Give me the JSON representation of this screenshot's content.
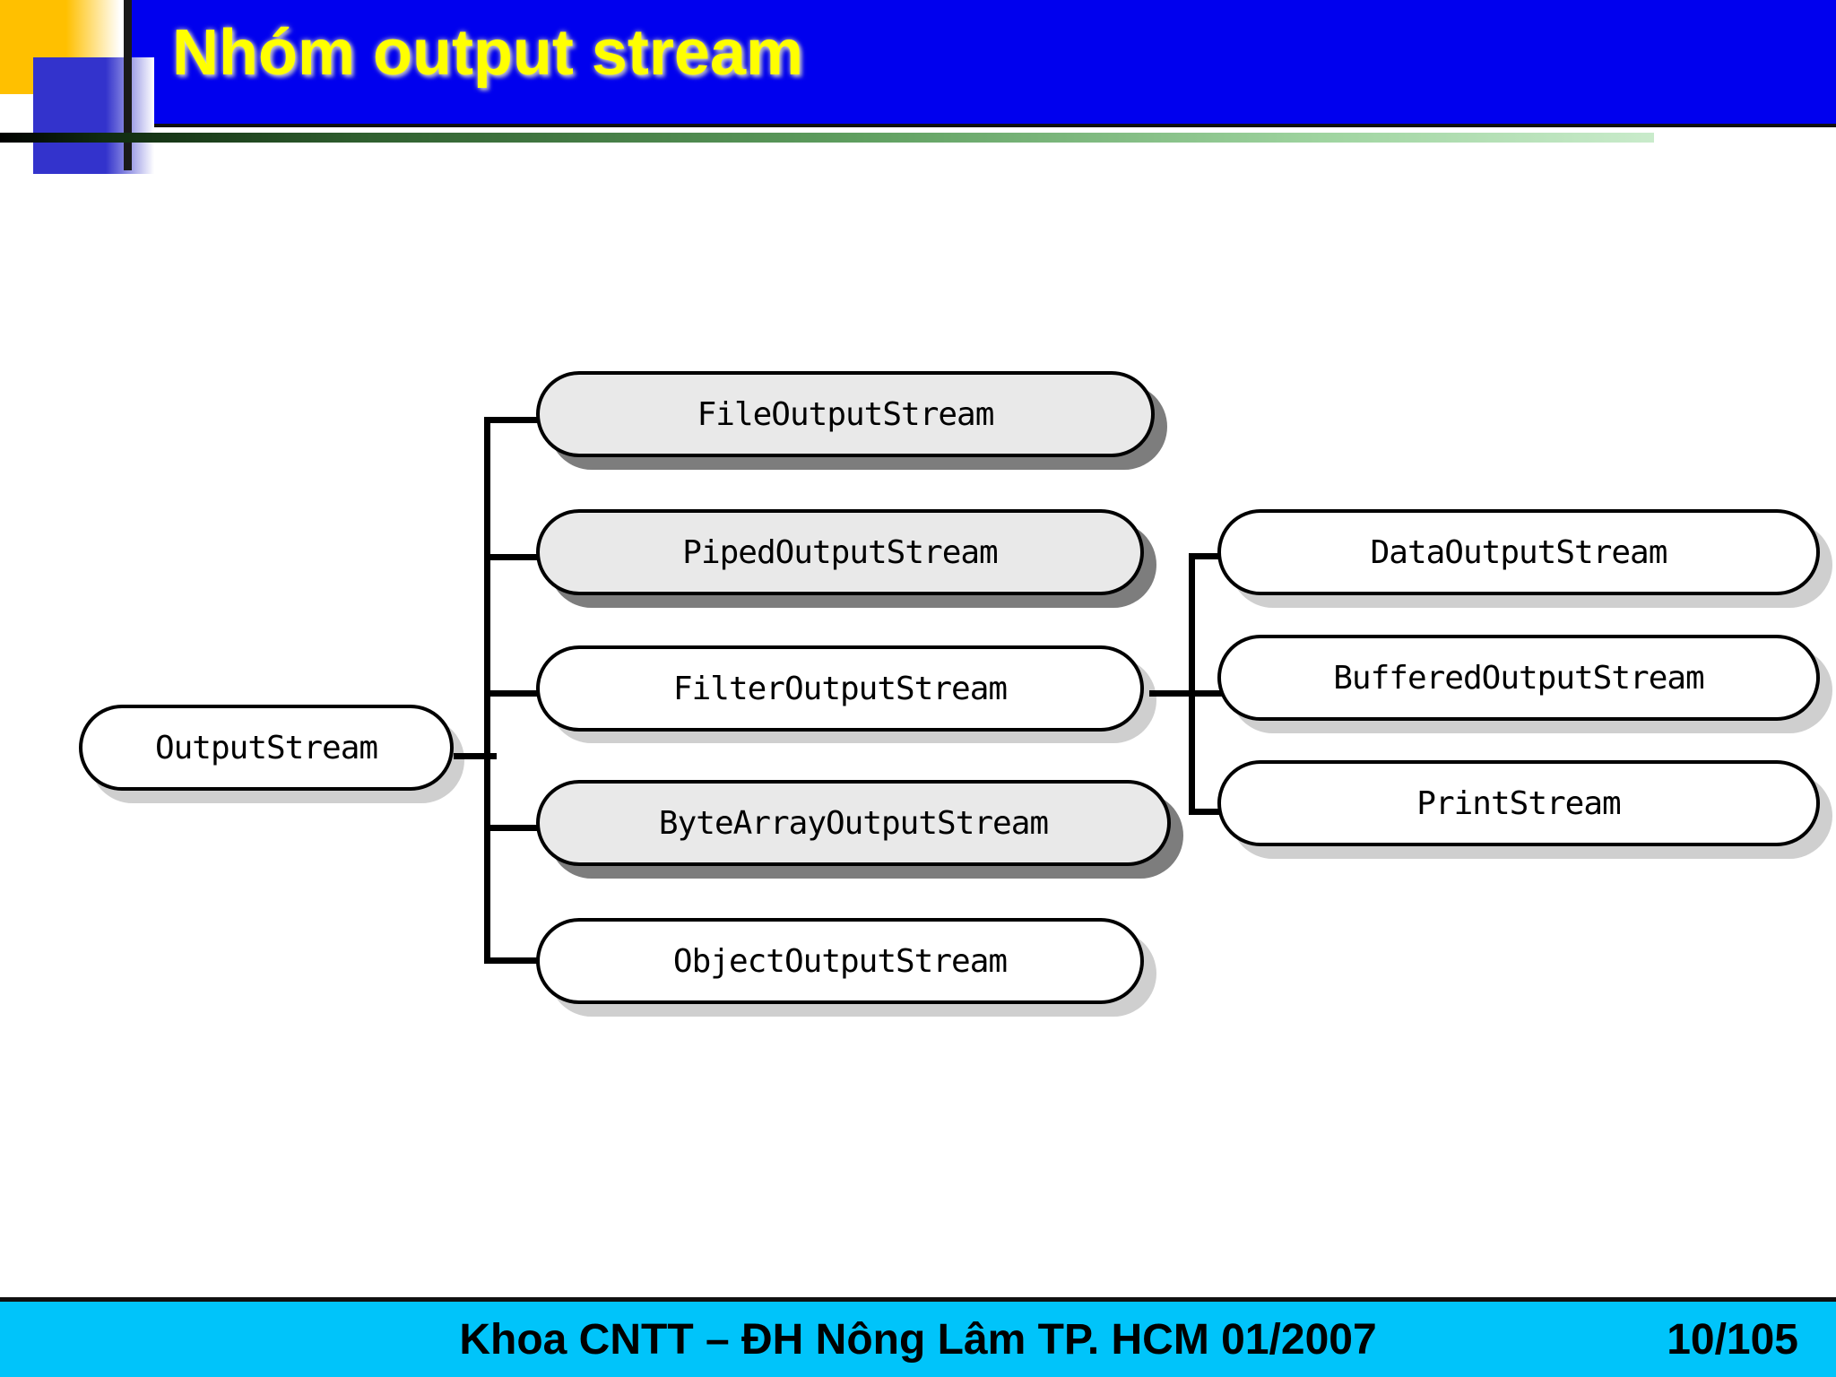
{
  "slide": {
    "title": "Nhóm output stream",
    "title_color": "#FFFF00",
    "header_color": "#0000EE",
    "footer_color": "#00C4FA",
    "footer_text": "Khoa CNTT – ĐH Nông Lâm TP. HCM 01/2007",
    "page_number": "10/105"
  },
  "diagram": {
    "type": "class-hierarchy-tree",
    "root": {
      "label": "OutputStream",
      "fill": "white"
    },
    "children": [
      {
        "label": "FileOutputStream",
        "fill": "gray"
      },
      {
        "label": "PipedOutputStream",
        "fill": "gray"
      },
      {
        "label": "FilterOutputStream",
        "fill": "white"
      },
      {
        "label": "ByteArrayOutputStream",
        "fill": "gray"
      },
      {
        "label": "ObjectOutputStream",
        "fill": "white"
      }
    ],
    "grandchildren_of": "FilterOutputStream",
    "grandchildren": [
      {
        "label": "DataOutputStream",
        "fill": "white"
      },
      {
        "label": "BufferedOutputStream",
        "fill": "white"
      },
      {
        "label": "PrintStream",
        "fill": "white"
      }
    ]
  }
}
